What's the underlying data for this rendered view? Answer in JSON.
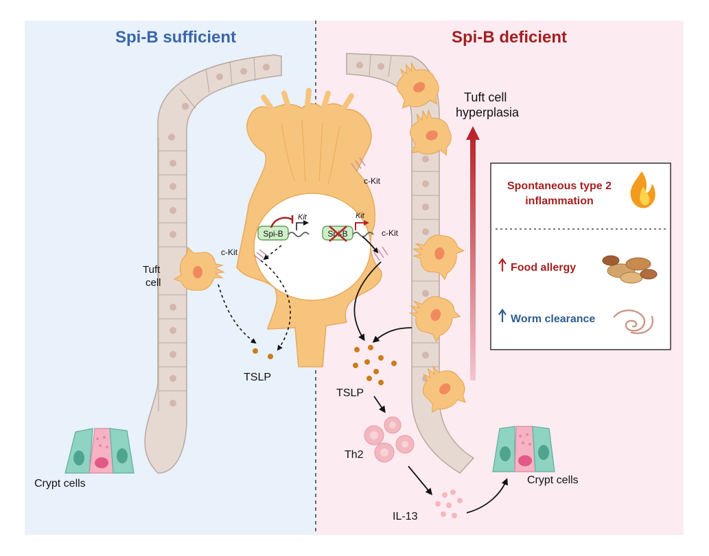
{
  "panels": {
    "left_title": "Spi-B sufficient",
    "right_title": "Spi-B deficient"
  },
  "labels": {
    "tuft_cell_line1": "Tuft",
    "tuft_cell_line2": "cell",
    "ckit_left": "c-Kit",
    "ckit_right_top": "c-Kit",
    "ckit_right_mid": "c-Kit",
    "spib_left": "Spi-B",
    "spib_right": "Spi-B",
    "kit_left": "Kit",
    "kit_right": "Kit",
    "tslp_left": "TSLP",
    "tslp_right": "TSLP",
    "th2": "Th2",
    "il13": "IL-13",
    "crypt_left": "Crypt cells",
    "crypt_right": "Crypt cells",
    "hyperplasia_line1": "Tuft cell",
    "hyperplasia_line2": "hyperplasia"
  },
  "outcome_box": {
    "inflammation_line1": "Spontaneous type 2",
    "inflammation_line2": "inflammation",
    "food_allergy": "Food allergy",
    "worm_clearance": "Worm clearance"
  },
  "colors": {
    "left_bg": "#e9f1fb",
    "right_bg": "#fcebf1",
    "left_title": "#3a66a8",
    "right_title": "#a32020",
    "tuft": "#f7c47e",
    "tuft_nucleus": "#f08a5d",
    "epithelium": "#e6d9d2",
    "cell_nucleus": "#d3b6ad",
    "tslp_dot": "#c97e1b",
    "th2": "#f3b8bf",
    "crypt_teal": "#8fd3c2",
    "crypt_pink": "#e38aa6",
    "arrow_red": "#b52626",
    "arrow_blue": "#2e5d8e"
  },
  "icons": [
    "flame-icon",
    "peanut-icon",
    "worm-icon",
    "dna-icon",
    "up-arrow-icon"
  ]
}
